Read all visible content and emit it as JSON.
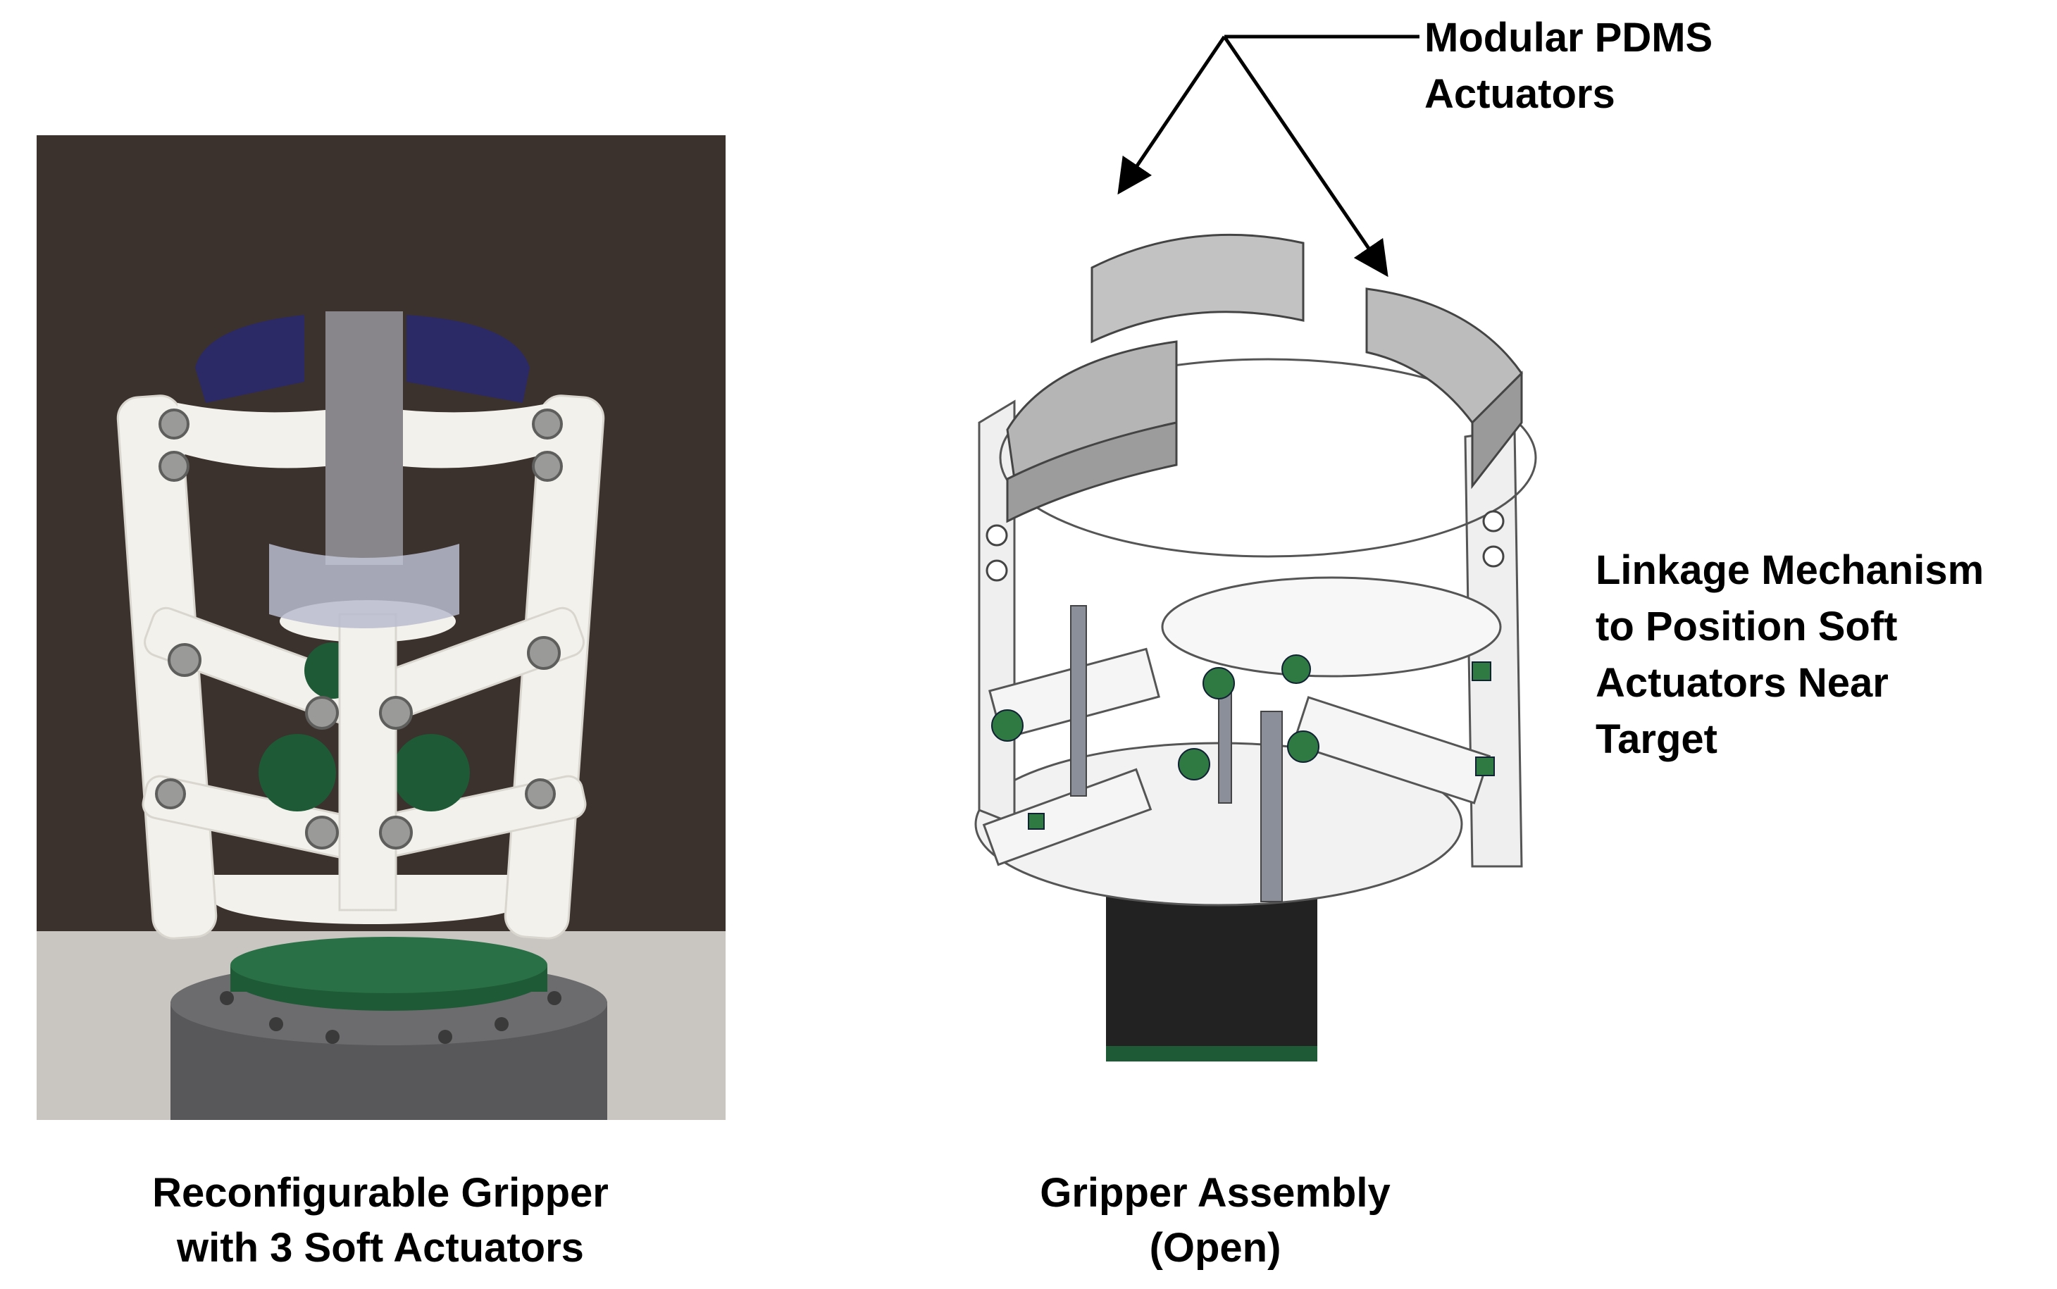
{
  "captions": {
    "left": {
      "line1": "Reconfigurable Gripper",
      "line2": "with 3 Soft Actuators"
    },
    "right": {
      "line1": "Gripper Assembly",
      "line2": "(Open)"
    }
  },
  "callouts": {
    "actuators": {
      "line1": "Modular PDMS",
      "line2": "Actuators"
    },
    "linkage": {
      "line1": "Linkage Mechanism",
      "line2": "to Position Soft",
      "line3": "Actuators Near",
      "line4": "Target"
    }
  },
  "colors": {
    "photo_background": "#3b312d",
    "photo_table": "#c9c6c2",
    "printed_part_white": "#f3f1ec",
    "gear_green": "#1d5a35",
    "pdms_blue": "#2b2a66",
    "base_gray": "#58585a",
    "cad_gray": "#a9a9a9",
    "motor_black": "#222222"
  }
}
